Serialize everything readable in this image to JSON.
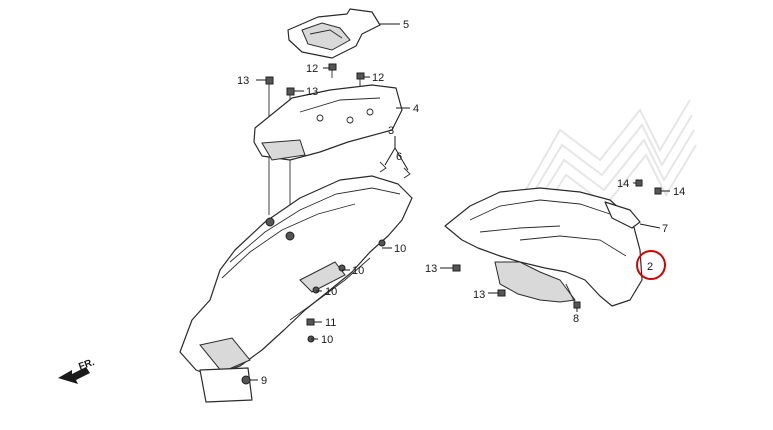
{
  "diagram": {
    "callouts": {
      "c1": "5",
      "c2": "12",
      "c3": "12",
      "c4": "13",
      "c5": "13",
      "c6": "4",
      "c7": "3",
      "c8": "6",
      "c9": "10",
      "c10": "10",
      "c11": "10",
      "c12": "11",
      "c13": "10",
      "c14": "9",
      "c15": "14",
      "c16": "14",
      "c17": "7",
      "c18": "2",
      "c19": "13",
      "c20": "13",
      "c21": "8"
    },
    "direction_label": "FR.",
    "highlight_color": "#d40000"
  }
}
